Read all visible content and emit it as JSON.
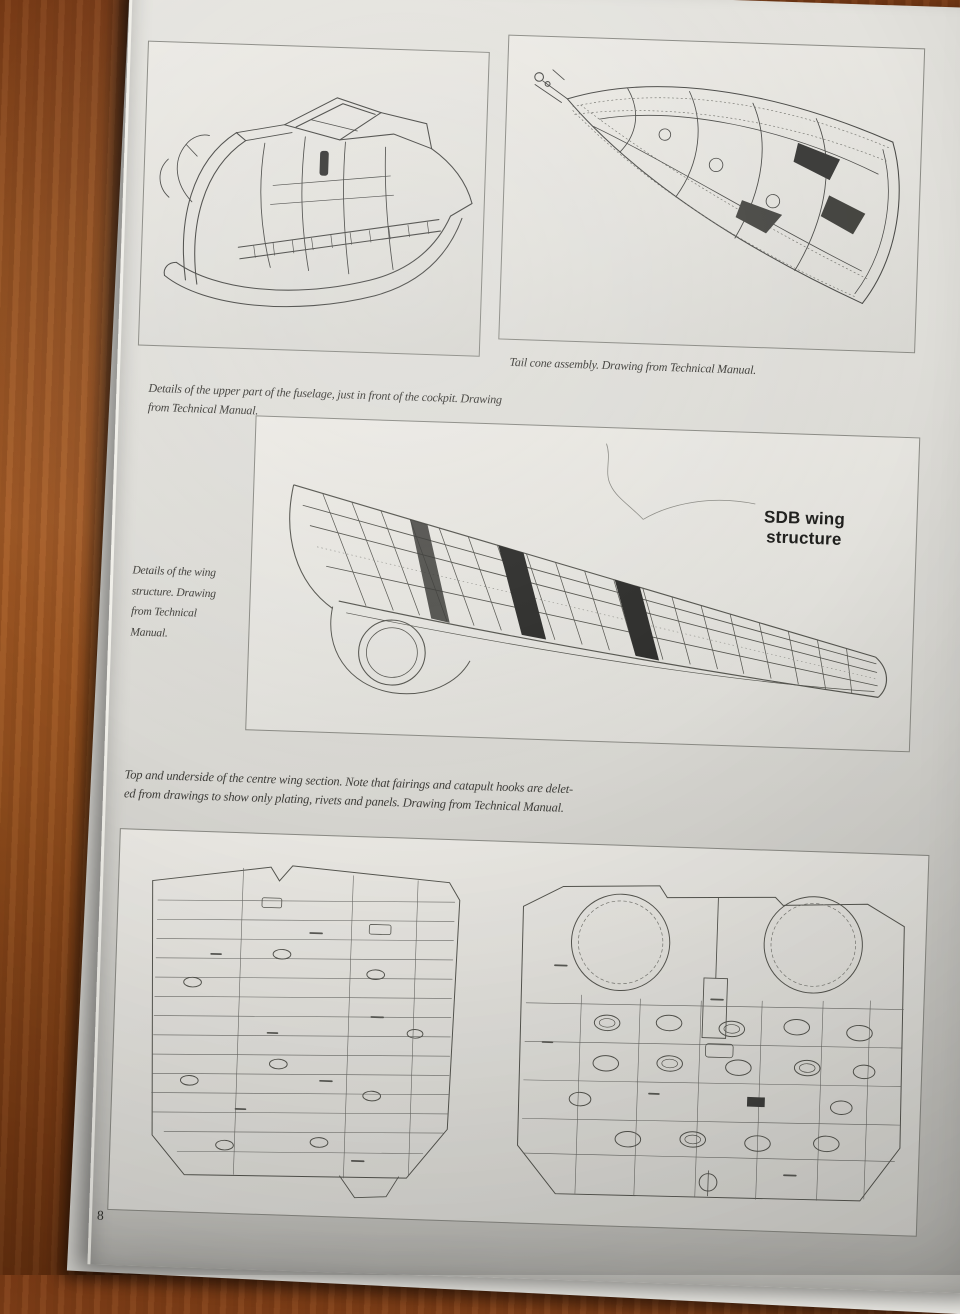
{
  "colors": {
    "wood": "#8f4c1d",
    "paper": "#dcdbd6",
    "ink": "#4b4b48",
    "caption_text": "#3f3e3a"
  },
  "page_number": "8",
  "figures": {
    "fuselage": {
      "caption_line1": "Details of the upper part of the fuselage, just in front of the cockpit. Drawing",
      "caption_line2": "from Technical Manual."
    },
    "tail_cone": {
      "caption": "Tail cone assembly. Drawing from Technical Manual."
    },
    "wing": {
      "label_line1": "SDB wing",
      "label_line2": "structure",
      "caption_line1": "Details of the wing",
      "caption_line2": "structure. Drawing",
      "caption_line3": "from Technical",
      "caption_line4": "Manual."
    },
    "centre_wing": {
      "caption_line1": "Top and underside of the centre wing section. Note that fairings and catapult hooks are delet-",
      "caption_line2": "ed from drawings to show only plating, rivets and panels. Drawing from Technical Manual."
    }
  }
}
